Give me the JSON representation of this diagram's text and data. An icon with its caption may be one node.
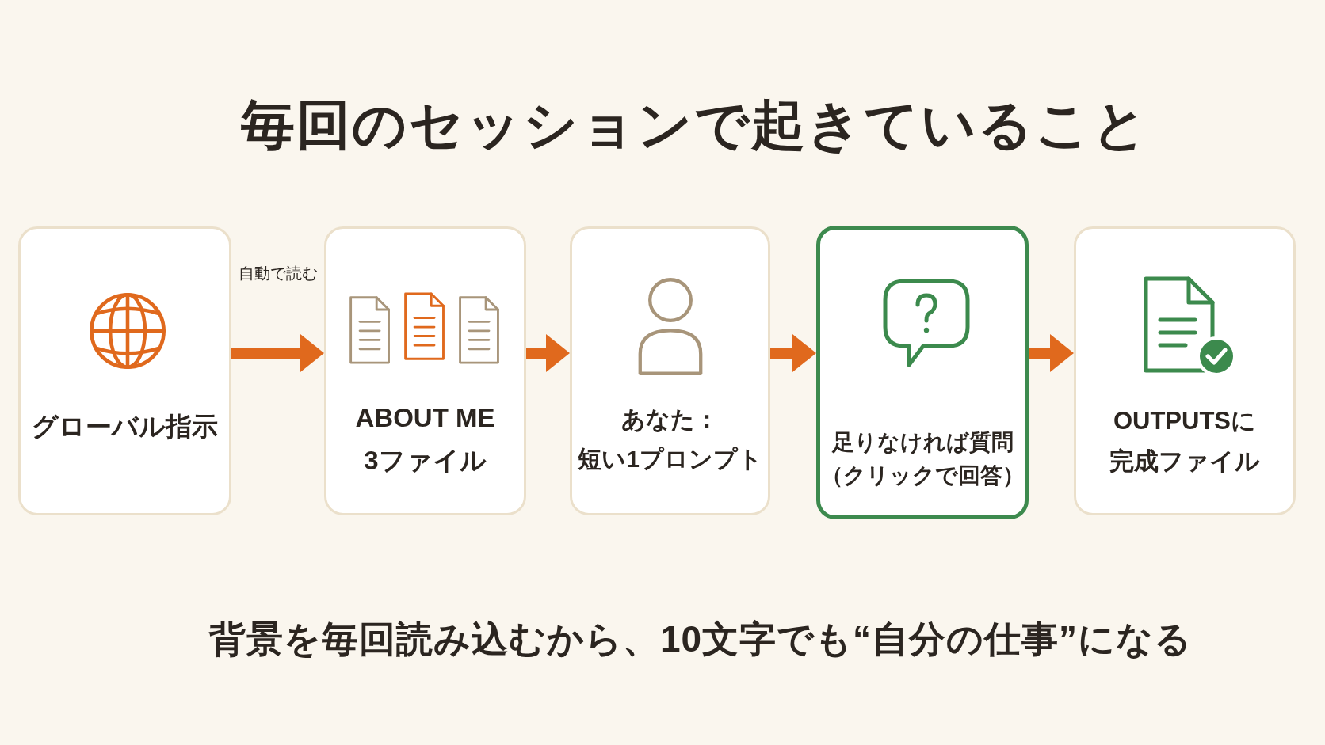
{
  "diagram": {
    "title": "毎回のセッションで起きていること",
    "caption": "背景を毎回読み込むから、10文字でも“自分の仕事”になる",
    "nodes": [
      {
        "text": [
          "グローバル指示"
        ]
      },
      {
        "text": [
          "ABOUT ME 3ファイル"
        ]
      },
      {
        "text": [
          "あなた：短い1プロンプト"
        ]
      },
      {
        "text": [
          "足りなければ質問（クリックで回答）"
        ]
      },
      {
        "text": [
          "OUTPUTSに完成ファイル"
        ]
      }
    ],
    "edges": [
      {
        "from": 0,
        "to": 1,
        "arrow": "to",
        "label": "自動で読む"
      },
      {
        "from": 1,
        "to": 2,
        "arrow": "to"
      },
      {
        "from": 2,
        "to": 3,
        "arrow": "to"
      },
      {
        "from": 3,
        "to": 4,
        "arrow": "to"
      }
    ]
  }
}
